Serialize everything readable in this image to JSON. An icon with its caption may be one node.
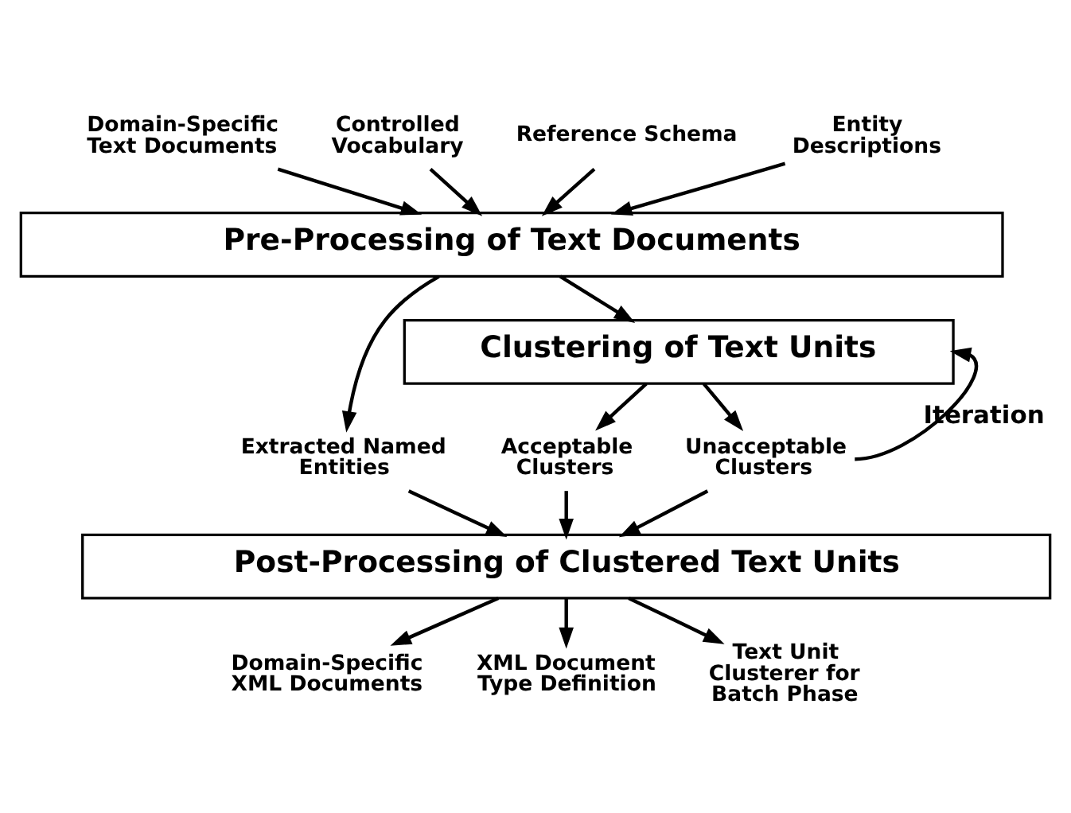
{
  "diagram": {
    "nodes": [
      {
        "text": [
          "Domain-Specific Text Documents"
        ]
      },
      {
        "text": [
          "Controlled Vocabulary"
        ]
      },
      {
        "text": [
          "Reference Schema"
        ]
      },
      {
        "text": [
          "Entity Descriptions"
        ]
      },
      {
        "text": [
          "Pre-Processing of Text Documents"
        ]
      },
      {
        "text": [
          "Clustering of Text Units"
        ]
      },
      {
        "text": [
          "Extracted Named Entities"
        ]
      },
      {
        "text": [
          "Acceptable Clusters"
        ]
      },
      {
        "text": [
          "Unacceptable Clusters"
        ]
      },
      {
        "text": [
          "Post-Processing of Clustered Text Units"
        ]
      },
      {
        "text": [
          "Domain-Specific XML Documents"
        ]
      },
      {
        "text": [
          "XML Document Type Definition"
        ]
      },
      {
        "text": [
          "Text Unit Clusterer for Batch Phase"
        ]
      }
    ],
    "edges": [
      {
        "from": 0,
        "to": 4,
        "arrow": "to"
      },
      {
        "from": 1,
        "to": 4,
        "arrow": "to"
      },
      {
        "from": 2,
        "to": 4,
        "arrow": "to"
      },
      {
        "from": 3,
        "to": 4,
        "arrow": "to"
      },
      {
        "from": 4,
        "to": 6,
        "arrow": "to"
      },
      {
        "from": 4,
        "to": 5,
        "arrow": "to"
      },
      {
        "from": 5,
        "to": 7,
        "arrow": "to"
      },
      {
        "from": 5,
        "to": 8,
        "arrow": "to"
      },
      {
        "from": 8,
        "to": 5,
        "arrow": "to",
        "label": "Iteration"
      },
      {
        "from": 6,
        "to": 9,
        "arrow": "to"
      },
      {
        "from": 7,
        "to": 9,
        "arrow": "to"
      },
      {
        "from": 8,
        "to": 9,
        "arrow": "to"
      },
      {
        "from": 9,
        "to": 10,
        "arrow": "to"
      },
      {
        "from": 9,
        "to": 11,
        "arrow": "to"
      },
      {
        "from": 9,
        "to": 12,
        "arrow": "to"
      }
    ]
  }
}
